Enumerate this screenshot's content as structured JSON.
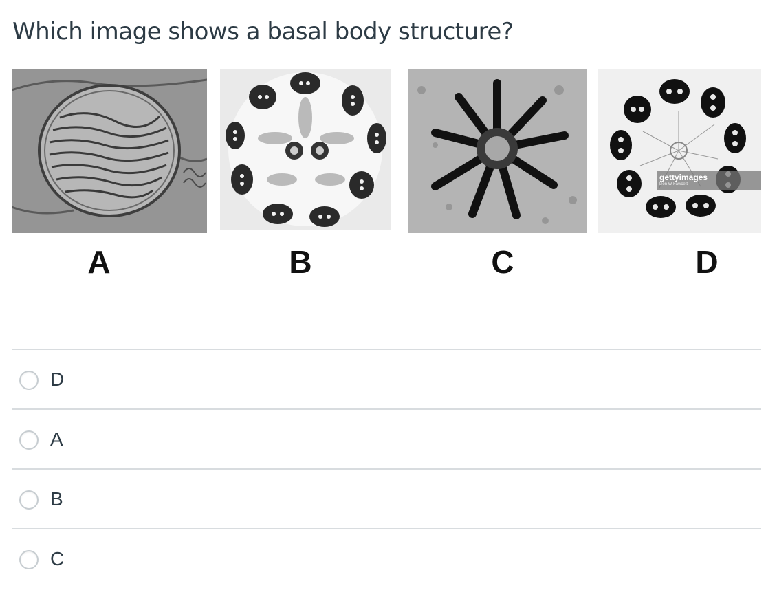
{
  "question": {
    "text": "Which image shows a basal body structure?"
  },
  "figure": {
    "labels": [
      "A",
      "B",
      "C",
      "D"
    ],
    "watermark": {
      "brand": "gettyimages",
      "credit": "Don W Fawcett"
    }
  },
  "answers": [
    {
      "label": "D",
      "selected": false
    },
    {
      "label": "A",
      "selected": false
    },
    {
      "label": "B",
      "selected": false
    },
    {
      "label": "C",
      "selected": false
    }
  ],
  "colors": {
    "text": "#2d3b45",
    "divider": "#d8dcdf",
    "radio_border": "#c7cdd1"
  }
}
